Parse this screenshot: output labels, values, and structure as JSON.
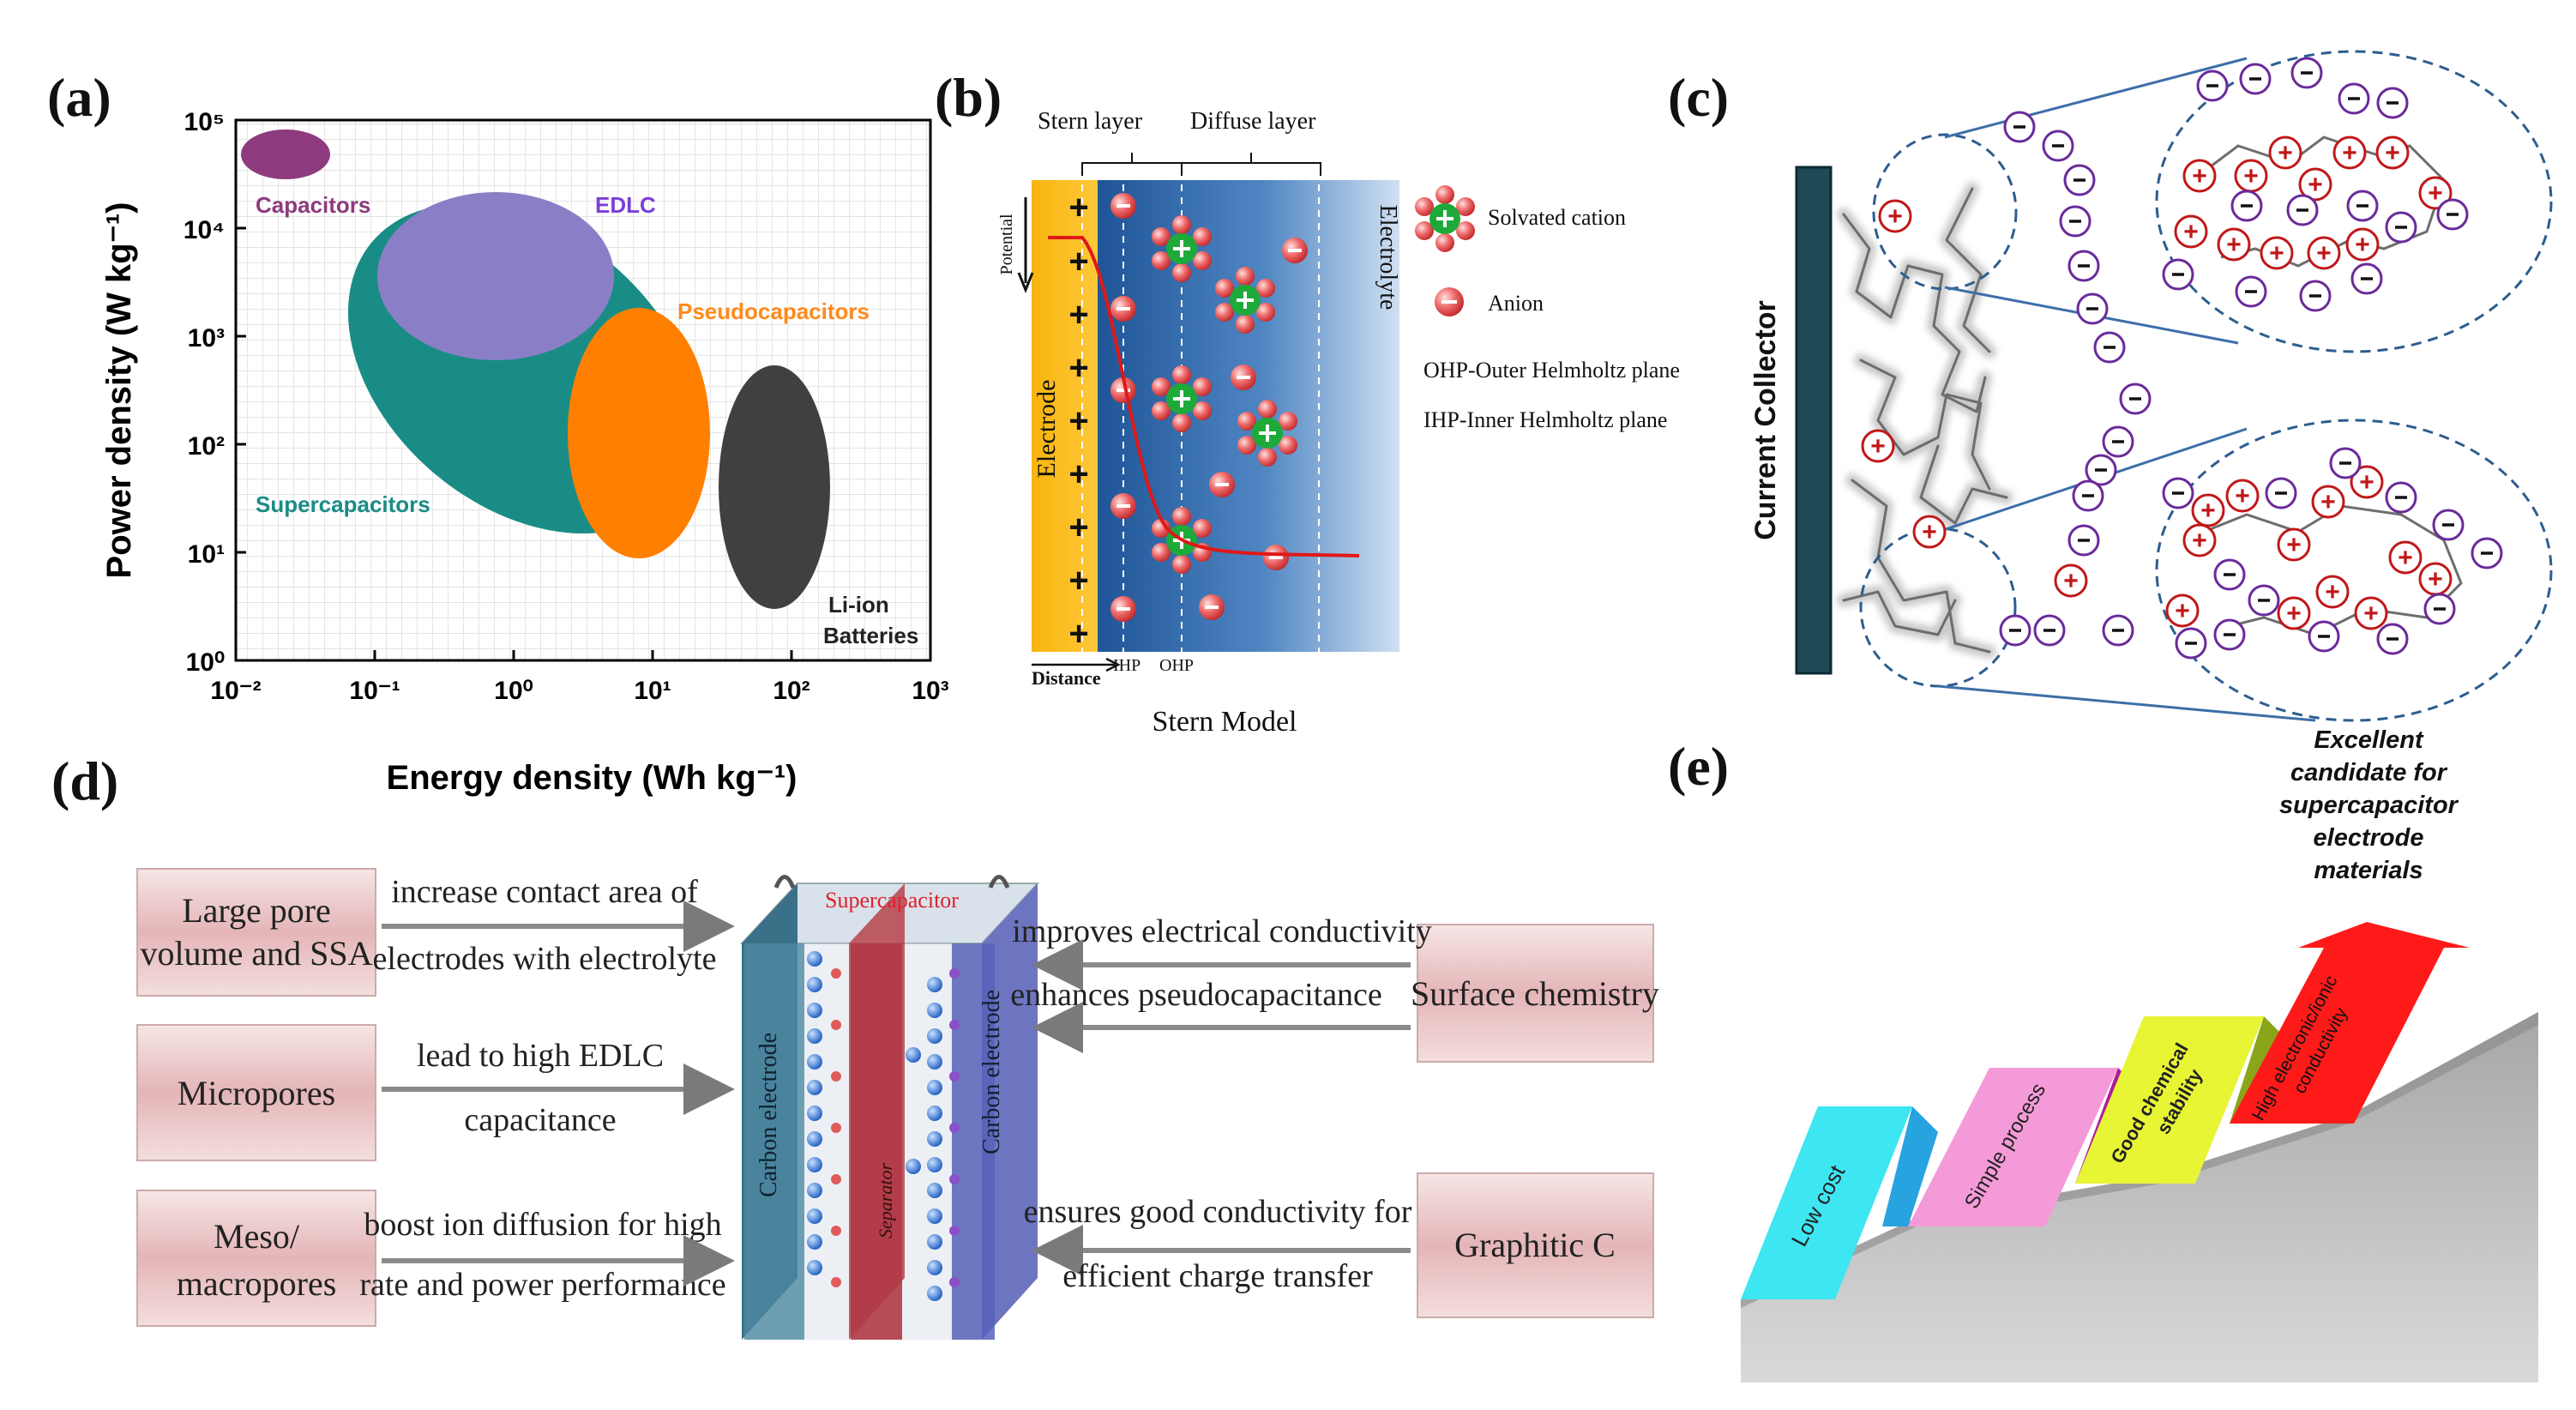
{
  "panels": {
    "a": {
      "label": "(a)",
      "ylabel": "Power density (W kg⁻¹)",
      "xlabel": "Energy density (Wh kg⁻¹)",
      "x_ticks": [
        "10⁻²",
        "10⁻¹",
        "10⁰",
        "10¹",
        "10²",
        "10³"
      ],
      "y_ticks": [
        "10⁰",
        "10¹",
        "10²",
        "10³",
        "10⁴",
        "10⁵"
      ],
      "regions": [
        {
          "name": "Capacitors",
          "color": "#8e3a7e",
          "label_color": "#8e3a7e"
        },
        {
          "name": "EDLC",
          "color": "#8a7fc6",
          "label_color": "#7b3fd8"
        },
        {
          "name": "Pseudocapacitors",
          "color": "#ff8000",
          "label_color": "#ff8a1a"
        },
        {
          "name": "Supercapacitors",
          "color": "#1a8c86",
          "label_color": "#1a8c86"
        },
        {
          "name": "Li-ion",
          "color": "#404040",
          "label_color": "#222222"
        },
        {
          "name": "Batteries",
          "color": "#404040",
          "label_color": "#222222"
        }
      ]
    },
    "b": {
      "label": "(b)",
      "stern_layer": "Stern layer",
      "diffuse_layer": "Diffuse layer",
      "potential": "Potential",
      "electrode": "Electrode",
      "electrolyte": "Electrolyte",
      "distance": "Distance",
      "ihp": "IHP",
      "ohp": "OHP",
      "caption": "Stern Model",
      "legend_cation": "Solvated cation",
      "legend_anion": "Anion",
      "legend_ohp": "OHP-Outer Helmholtz plane",
      "legend_ihp": "IHP-Inner Helmholtz plane"
    },
    "c": {
      "label": "(c)",
      "collector": "Current Collector"
    },
    "d": {
      "label": "(d)",
      "left_boxes": [
        {
          "lines": [
            "Large pore",
            "volume and SSA"
          ],
          "desc": [
            "increase contact area of",
            "electrodes with electrolyte"
          ]
        },
        {
          "lines": [
            "Micropores"
          ],
          "desc": [
            "lead to high EDLC",
            "capacitance"
          ]
        },
        {
          "lines": [
            "Meso/",
            "macropores"
          ],
          "desc": [
            "boost ion diffusion for high",
            "rate and power performance"
          ]
        }
      ],
      "right_boxes": [
        {
          "lines": [
            "Surface chemistry"
          ],
          "desc": [
            "improves electrical conductivity",
            "enhances pseudocapacitance"
          ]
        },
        {
          "lines": [
            "Graphitic C"
          ],
          "desc": [
            "ensures good conductivity for",
            "efficient charge transfer"
          ]
        }
      ],
      "device_title": "Supercapacitor",
      "carbon_electrode": "Carbon electrode",
      "separator": "Separator"
    },
    "e": {
      "label": "(e)",
      "goal": [
        "Excellent",
        "candidate for",
        "supercapacitor",
        "electrode",
        "materials"
      ],
      "steps": [
        {
          "lines": [
            "Low cost"
          ],
          "color": "#3ee6f2"
        },
        {
          "lines": [
            "Simple process"
          ],
          "color": "#f59ad8"
        },
        {
          "lines": [
            "Good chemical",
            "stability"
          ],
          "color": "#e8f535"
        },
        {
          "lines": [
            "High electronic/ionic",
            "conductivity"
          ],
          "color": "#ff1a1a"
        }
      ]
    }
  }
}
